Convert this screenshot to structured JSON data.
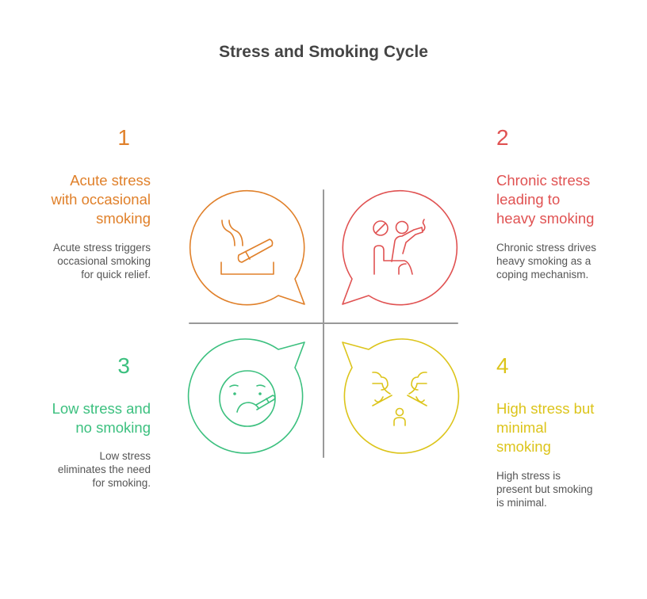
{
  "title": "Stress and Smoking Cycle",
  "colors": {
    "q1": "#E0802A",
    "q2": "#E05252",
    "q3": "#3CC07F",
    "q4": "#DCC41A",
    "text": "#444444",
    "axis": "#999999"
  },
  "quadrants": [
    {
      "number": "1",
      "heading_lines": [
        "Acute stress",
        "with occasional",
        "smoking"
      ],
      "desc_lines": [
        "Acute stress triggers",
        "occasional smoking",
        "for quick relief."
      ],
      "icon": "cigarette-ashtray-icon"
    },
    {
      "number": "2",
      "heading_lines": [
        "Chronic stress",
        "leading to",
        "heavy smoking"
      ],
      "desc_lines": [
        "Chronic stress drives",
        "heavy smoking as a",
        "coping mechanism."
      ],
      "icon": "person-smoking-icon"
    },
    {
      "number": "3",
      "heading_lines": [
        "Low stress and",
        "no smoking"
      ],
      "desc_lines": [
        "Low stress",
        "eliminates the need",
        "for smoking."
      ],
      "icon": "sad-face-cigarette-icon"
    },
    {
      "number": "4",
      "heading_lines": [
        "High stress but",
        "minimal",
        "smoking"
      ],
      "desc_lines": [
        "High stress is",
        "present but smoking",
        "is minimal."
      ],
      "icon": "person-stress-clouds-icon"
    }
  ]
}
